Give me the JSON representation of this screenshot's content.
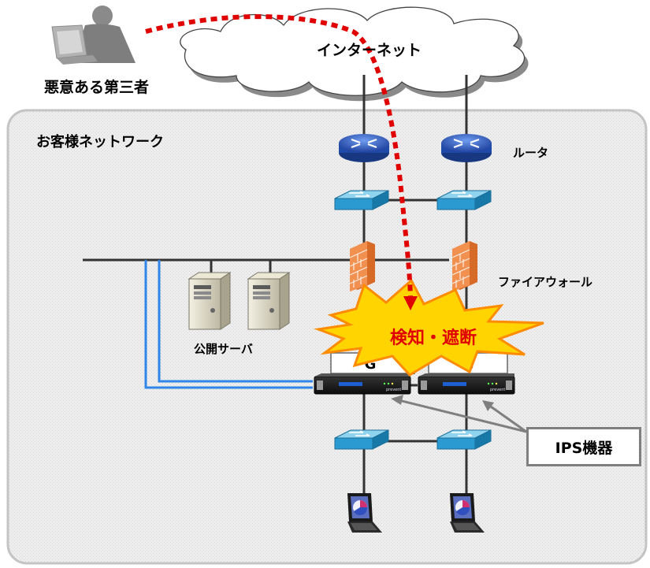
{
  "labels": {
    "attacker": "悪意ある第三者",
    "internet": "インターネット",
    "network": "お客様ネットワーク",
    "router": "ルータ",
    "firewall": "ファイアウォール",
    "servers": "公開サーバ",
    "detect": "検知・遮断",
    "ips": "IPS機器",
    "ips_unit_letter": "G"
  },
  "colors": {
    "attack_path": "#e00000",
    "router": "#2f5fcf",
    "switch": "#3aa6d8",
    "firewall": "#f08a40",
    "blue_cable": "#2f86e8",
    "burst_fill": "#ffd400",
    "burst_text": "#e00000",
    "network_bg": "#ececec"
  },
  "icons": [
    "person-with-laptop-icon",
    "cloud-icon",
    "router-icon",
    "switch-icon",
    "firewall-icon",
    "server-icon",
    "ips-appliance-icon",
    "laptop-icon",
    "explosion-icon"
  ]
}
